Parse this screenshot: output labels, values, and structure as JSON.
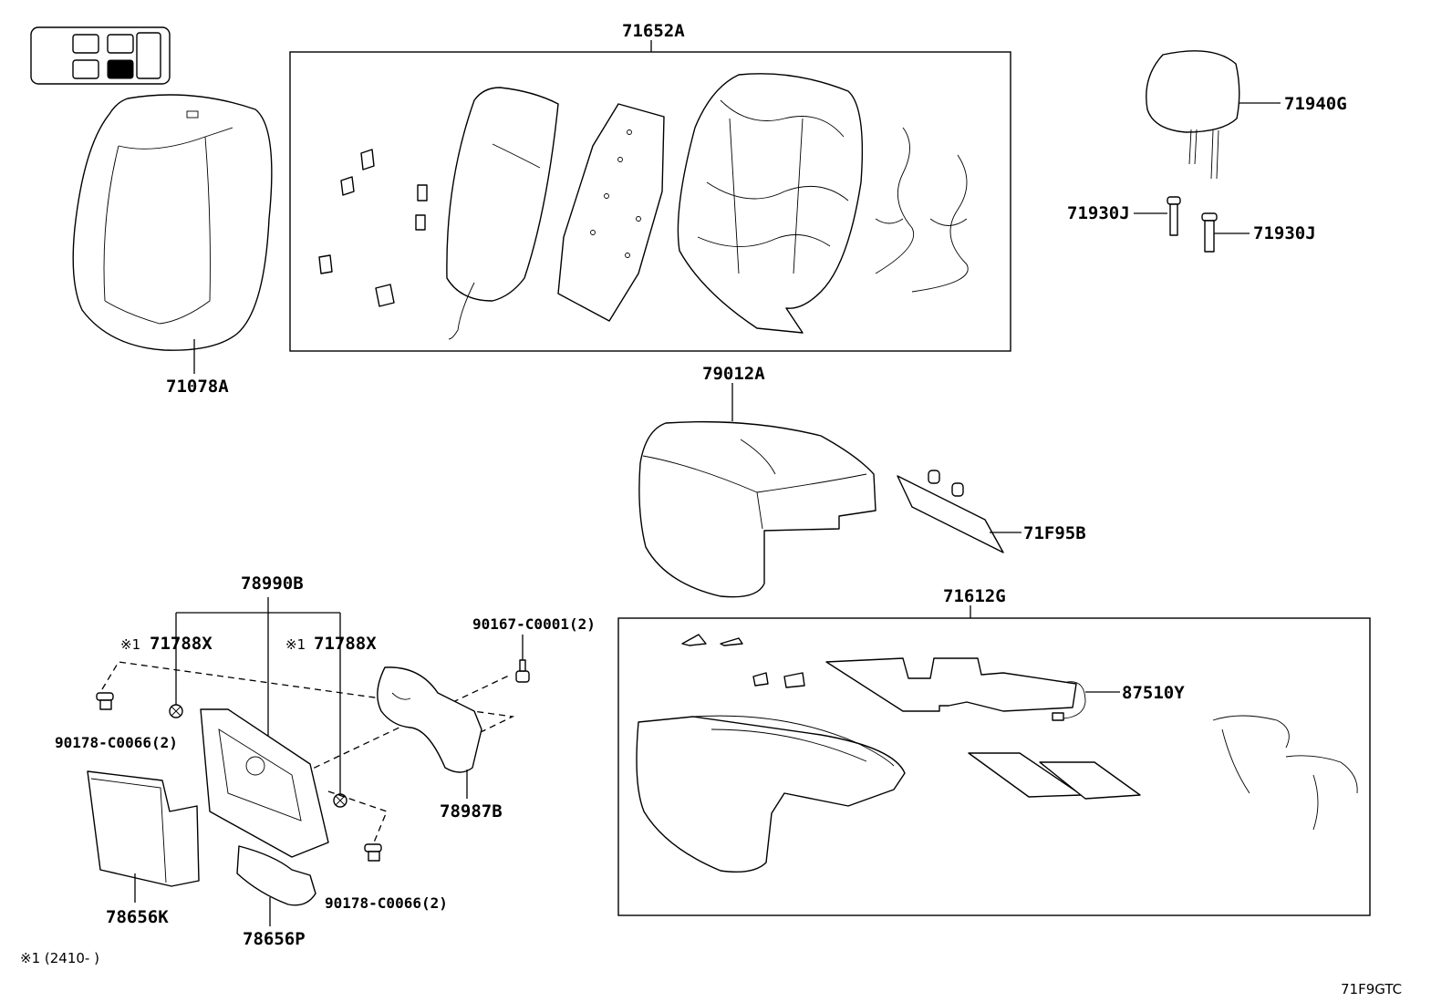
{
  "parts": {
    "p71652A": "71652A",
    "p71078A": "71078A",
    "p71940G": "71940G",
    "p71930J_a": "71930J",
    "p71930J_b": "71930J",
    "p79012A": "79012A",
    "p71F95B": "71F95B",
    "p71612G": "71612G",
    "p87510Y": "87510Y",
    "p78990B": "78990B",
    "p71788X_a": "71788X",
    "p71788X_b": "71788X",
    "p90167": "90167-C0001(2)",
    "p90178_a": "90178-C0066(2)",
    "p90178_b": "90178-C0066(2)",
    "p78987B": "78987B",
    "p78656K": "78656K",
    "p78656P": "78656P"
  },
  "marks": {
    "note_mark_a": "※1",
    "note_mark_b": "※1"
  },
  "footnote": "※1 (2410-      )",
  "diagram_code": "71F9GTC"
}
